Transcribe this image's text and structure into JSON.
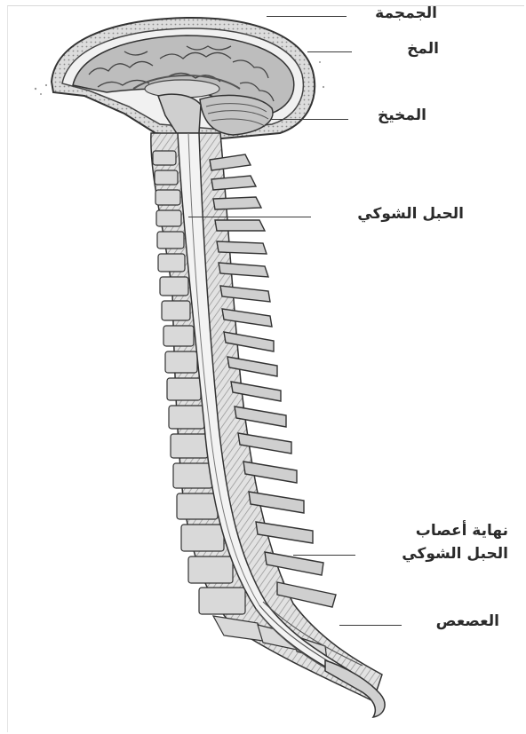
{
  "labels": {
    "skull": "الجمجمة",
    "brain": "المخ",
    "cerebellum": "المخيخ",
    "spinal_cord": "الحبل الشوكي",
    "cord_end_line1": "نهاية أعصاب",
    "cord_end_line2": "الحبل الشوكي",
    "coccyx": "العصعص"
  }
}
